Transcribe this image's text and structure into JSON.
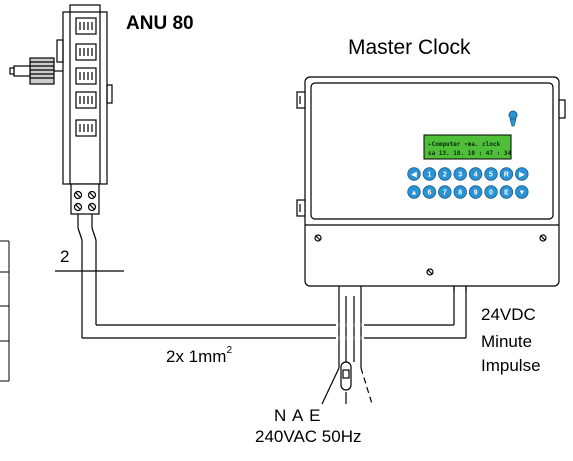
{
  "labels": {
    "anu_title": "ANU 80",
    "master_title": "Master Clock",
    "wire_count": "2",
    "cable_spec_main": "2x 1mm",
    "cable_spec_exp": "2",
    "supply_letters": "N A E",
    "supply_voltage": "240VAC 50Hz",
    "output_line1": "24VDC",
    "output_line2": "Minute",
    "output_line3": "Impulse"
  },
  "lcd": {
    "line1": "▸Computer   ▾ma. clock",
    "line2": "sa  13. 10.     10 : 47 : 34"
  },
  "keypad": {
    "row1": [
      "◀",
      "1",
      "2",
      "3",
      "4",
      "5",
      "R",
      "▶"
    ],
    "row2": [
      "▲",
      "6",
      "7",
      "8",
      "9",
      "0",
      "E",
      "▼"
    ]
  },
  "colors": {
    "key_fill": "#2a93d5",
    "lcd_fill": "#4fbf3a",
    "line": "#000000"
  }
}
